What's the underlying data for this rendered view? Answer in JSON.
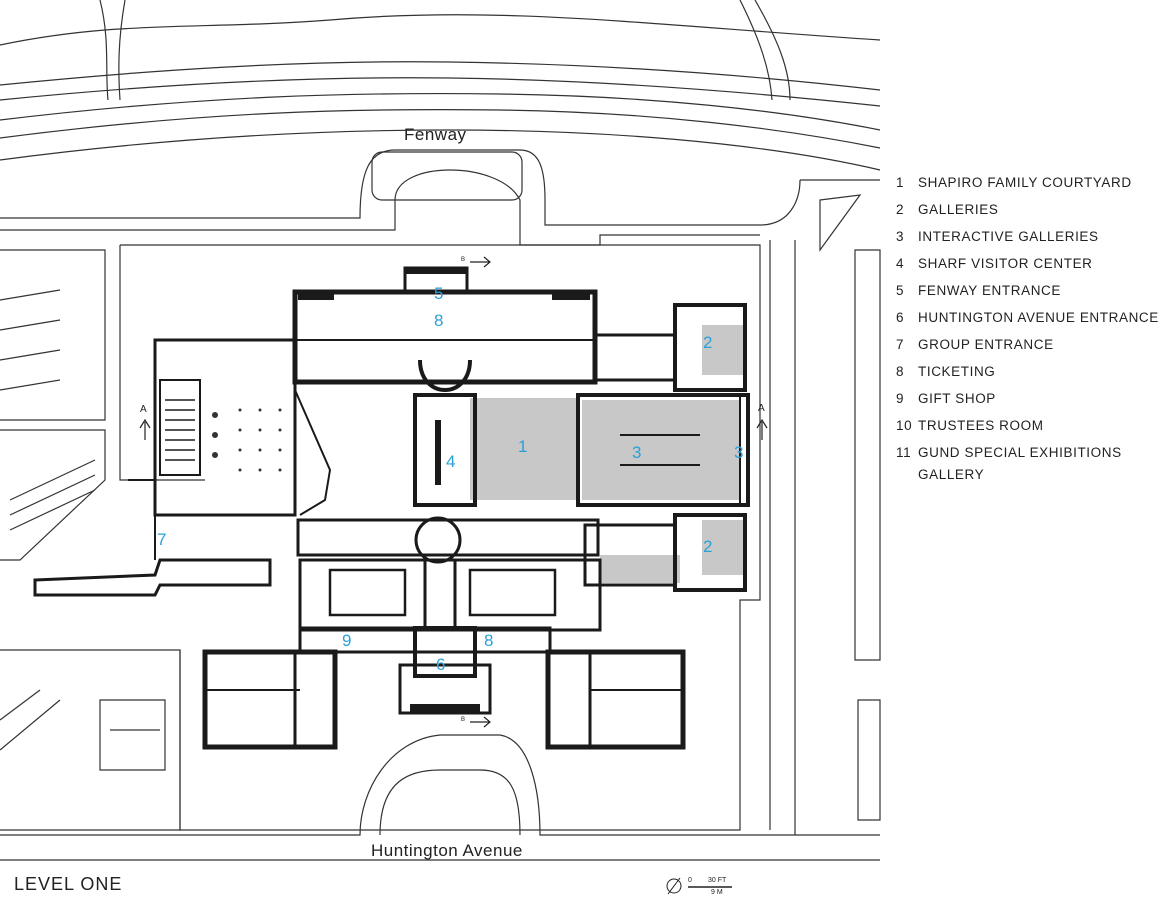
{
  "streets": {
    "north": "Fenway",
    "south": "Huntington Avenue"
  },
  "level_label": "LEVEL ONE",
  "legend": [
    {
      "num": "1",
      "label": "SHAPIRO FAMILY COURTYARD"
    },
    {
      "num": "2",
      "label": "GALLERIES"
    },
    {
      "num": "3",
      "label": "INTERACTIVE GALLERIES"
    },
    {
      "num": "4",
      "label": "SHARF VISITOR CENTER"
    },
    {
      "num": "5",
      "label": "FENWAY ENTRANCE"
    },
    {
      "num": "6",
      "label": "HUNTINGTON AVENUE ENTRANCE"
    },
    {
      "num": "7",
      "label": "GROUP ENTRANCE"
    },
    {
      "num": "8",
      "label": "TICKETING"
    },
    {
      "num": "9",
      "label": "GIFT SHOP"
    },
    {
      "num": "10",
      "label": "TRUSTEES ROOM"
    },
    {
      "num": "11",
      "label": "GUND SPECIAL EXHIBITIONS GALLERY"
    }
  ],
  "markers": {
    "m1": "1",
    "m2a": "2",
    "m2b": "2",
    "m3a": "3",
    "m3b": "3",
    "m4": "4",
    "m5": "5",
    "m6": "6",
    "m7": "7",
    "m8a": "8",
    "m8b": "8",
    "m9": "9"
  },
  "section_marks": {
    "left": "A",
    "right": "A",
    "north": "B",
    "south": "B"
  },
  "scale": {
    "zero": "0",
    "ft": "30 FT",
    "m": "9 M"
  },
  "colors": {
    "marker": "#2aa0d8",
    "shaded": "#c8c8c8",
    "walls": "#1a1a1a"
  }
}
